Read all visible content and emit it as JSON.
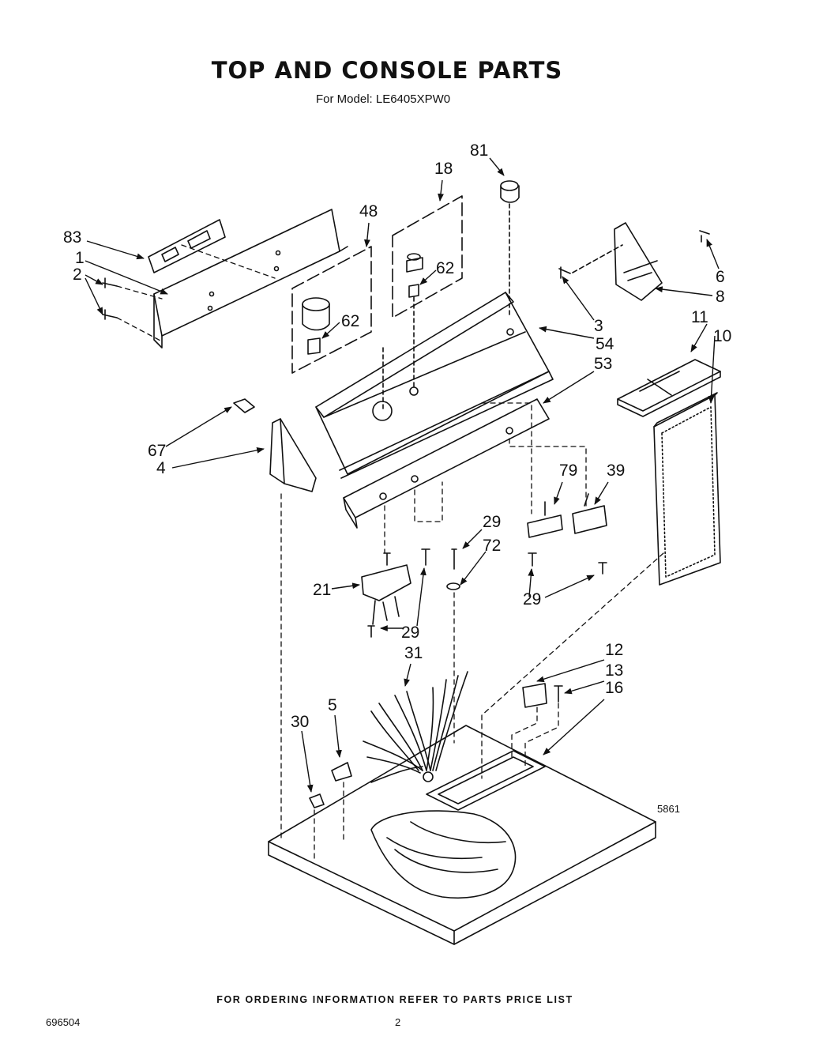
{
  "header": {
    "title": "TOP AND CONSOLE PARTS",
    "subtitle": "For Model: LE6405XPW0"
  },
  "labels": [
    {
      "id": "81",
      "text": "81"
    },
    {
      "id": "18",
      "text": "18"
    },
    {
      "id": "48",
      "text": "48"
    },
    {
      "id": "83",
      "text": "83"
    },
    {
      "id": "1",
      "text": "1"
    },
    {
      "id": "2",
      "text": "2"
    },
    {
      "id": "62a",
      "text": "62"
    },
    {
      "id": "62b",
      "text": "62"
    },
    {
      "id": "6",
      "text": "6"
    },
    {
      "id": "8",
      "text": "8"
    },
    {
      "id": "3",
      "text": "3"
    },
    {
      "id": "54",
      "text": "54"
    },
    {
      "id": "11",
      "text": "11"
    },
    {
      "id": "10",
      "text": "10"
    },
    {
      "id": "53",
      "text": "53"
    },
    {
      "id": "67",
      "text": "67"
    },
    {
      "id": "4",
      "text": "4"
    },
    {
      "id": "79",
      "text": "79"
    },
    {
      "id": "39",
      "text": "39"
    },
    {
      "id": "29a",
      "text": "29"
    },
    {
      "id": "72",
      "text": "72"
    },
    {
      "id": "21",
      "text": "21"
    },
    {
      "id": "29b",
      "text": "29"
    },
    {
      "id": "29c",
      "text": "29"
    },
    {
      "id": "31",
      "text": "31"
    },
    {
      "id": "12",
      "text": "12"
    },
    {
      "id": "13",
      "text": "13"
    },
    {
      "id": "16",
      "text": "16"
    },
    {
      "id": "30",
      "text": "30"
    },
    {
      "id": "5",
      "text": "5"
    }
  ],
  "drawing_number": "5861",
  "footer": {
    "ordering_note": "FOR ORDERING INFORMATION REFER TO PARTS PRICE LIST",
    "doc_number": "696504",
    "page": "2"
  }
}
